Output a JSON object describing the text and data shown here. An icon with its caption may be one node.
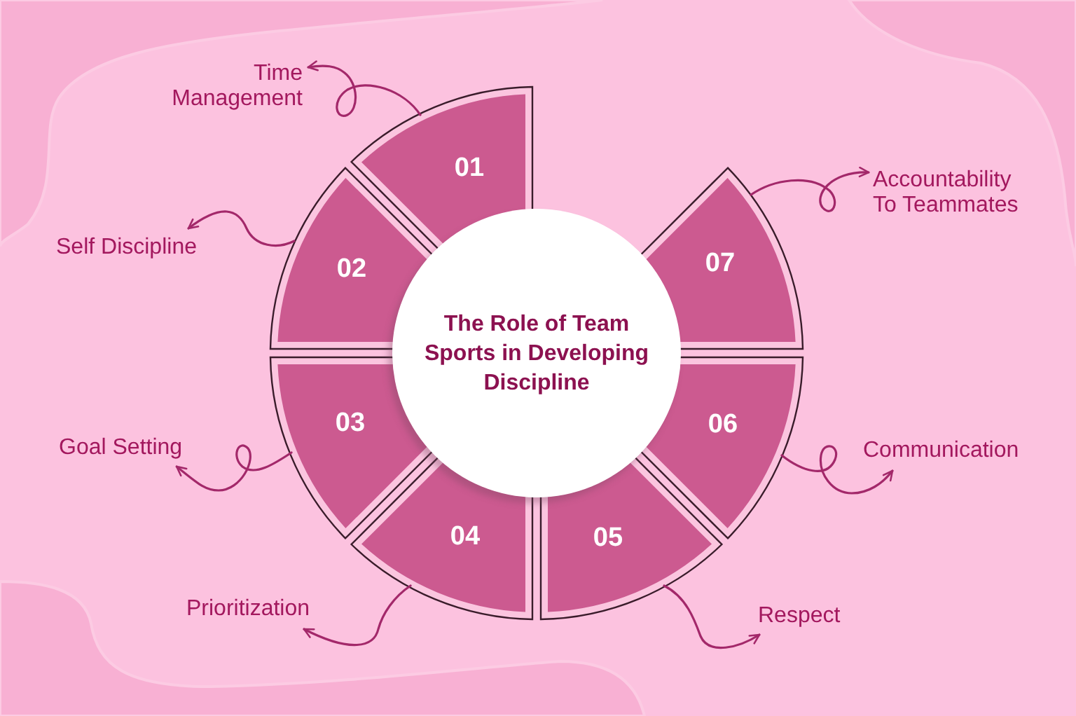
{
  "diagram": {
    "nodes": [
      {
        "text": [
          "The Role of Team Sports in Developing Discipline"
        ]
      },
      {
        "text": [
          "01"
        ]
      },
      {
        "text": [
          "02"
        ]
      },
      {
        "text": [
          "03"
        ]
      },
      {
        "text": [
          "04"
        ]
      },
      {
        "text": [
          "05"
        ]
      },
      {
        "text": [
          "06"
        ]
      },
      {
        "text": [
          "07"
        ]
      },
      {
        "text": [
          "Time Management"
        ]
      },
      {
        "text": [
          "Self Discipline"
        ]
      },
      {
        "text": [
          "Goal Setting"
        ]
      },
      {
        "text": [
          "Prioritization"
        ]
      },
      {
        "text": [
          "Respect"
        ]
      },
      {
        "text": [
          "Communication"
        ]
      },
      {
        "text": [
          "Accountability To Teammates"
        ]
      }
    ],
    "edges": [
      {
        "from": 1,
        "to": 8,
        "arrow": "to"
      },
      {
        "from": 2,
        "to": 9,
        "arrow": "to"
      },
      {
        "from": 3,
        "to": 10,
        "arrow": "to"
      },
      {
        "from": 4,
        "to": 11,
        "arrow": "to"
      },
      {
        "from": 5,
        "to": 12,
        "arrow": "to"
      },
      {
        "from": 6,
        "to": 13,
        "arrow": "to"
      },
      {
        "from": 7,
        "to": 14,
        "arrow": "to"
      }
    ]
  }
}
